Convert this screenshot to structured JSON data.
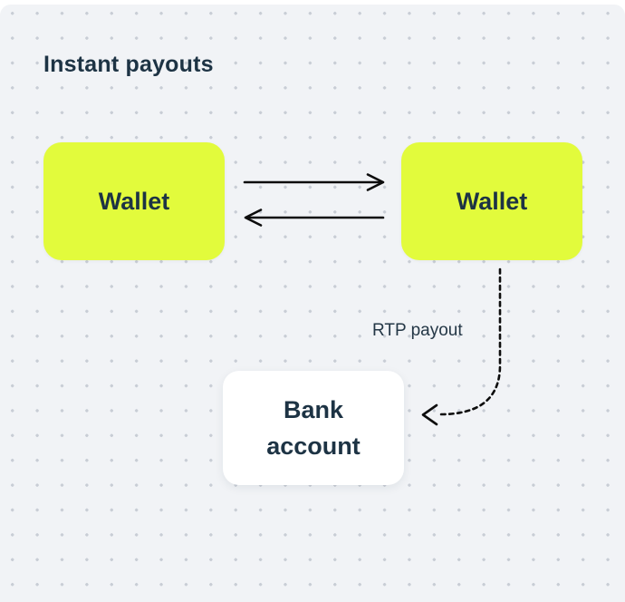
{
  "title": "Instant payouts",
  "diagram": {
    "nodes": [
      {
        "id": "wallet-left",
        "label": "Wallet"
      },
      {
        "id": "wallet-right",
        "label": "Wallet"
      },
      {
        "id": "bank-account",
        "label": "Bank account"
      }
    ],
    "edges": [
      {
        "id": "wallet-to-wallet-right",
        "style": "solid",
        "direction": "right",
        "label": ""
      },
      {
        "id": "wallet-to-wallet-left",
        "style": "solid",
        "direction": "left",
        "label": ""
      },
      {
        "id": "wallet-to-bank",
        "style": "dashed",
        "direction": "left-curved",
        "label": "RTP payout"
      }
    ]
  },
  "colors": {
    "panel_background": "#f1f3f6",
    "grid_dot": "#c8cdd5",
    "node_yellow": "#e2fb3c",
    "node_white": "#ffffff",
    "text_navy": "#1d3344",
    "arrow": "#0d0d0d"
  }
}
